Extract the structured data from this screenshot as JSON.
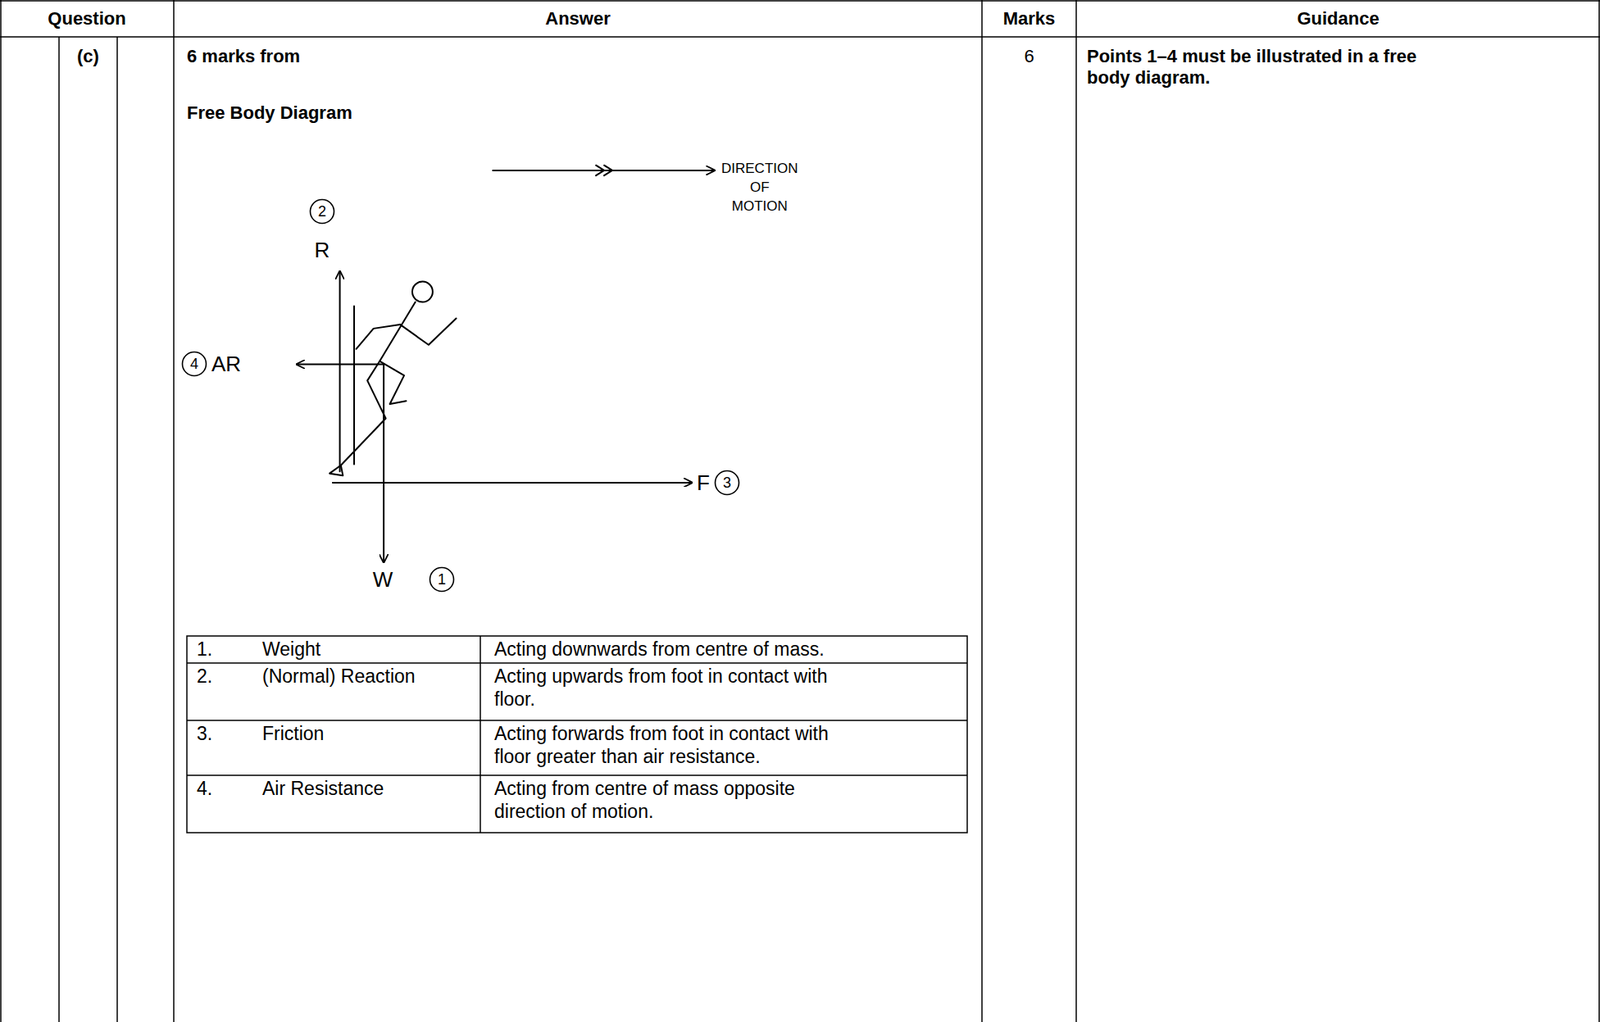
{
  "diagram": {
    "nodes": [
      {
        "text": [
          "2"
        ]
      },
      {
        "text": [
          "4"
        ]
      },
      {
        "text": [
          "3"
        ]
      },
      {
        "text": [
          "1"
        ]
      }
    ],
    "labels": [
      "Question",
      "Answer",
      "Marks",
      "Guidance",
      "(c)",
      "6 marks from",
      "6",
      "Points 1–4 must be illustrated in a free body diagram.",
      "Free Body Diagram",
      "DIRECTION OF MOTION",
      "R",
      "AR",
      "F",
      "W",
      "1.",
      "Weight",
      "Acting downwards from centre of mass.",
      "2.",
      "(Normal) Reaction",
      "Acting upwards from foot in contact with floor.",
      "3.",
      "Friction",
      "Acting forwards from foot in contact with floor greater than air resistance.",
      "4.",
      "Air Resistance",
      "Acting from centre of mass opposite direction of motion."
    ]
  }
}
